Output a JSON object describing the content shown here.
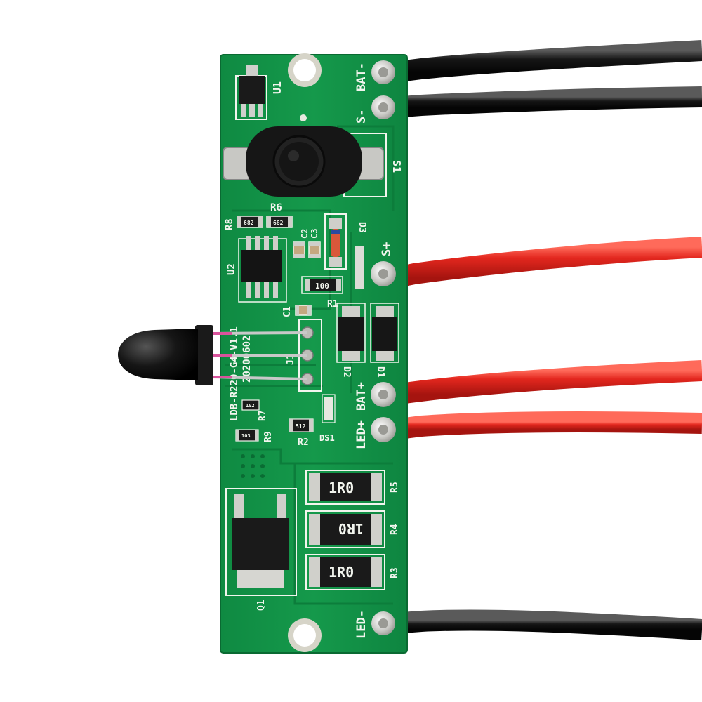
{
  "labels": {
    "bat_minus": "BAT-",
    "s_minus": "S-",
    "s_plus": "S+",
    "bat_plus": "BAT+",
    "led_plus": "LED+",
    "led_minus": "LED-",
    "u1": "U1",
    "u2": "U2",
    "s1": "S1",
    "r6": "R6",
    "r8": "R8",
    "c2": "C2",
    "c3": "C3",
    "d3": "D3",
    "r1": "R1",
    "c1": "C1",
    "j1": "J1",
    "d2": "D2",
    "d1": "D1",
    "r7": "R7",
    "r9": "R9",
    "r2": "R2",
    "ds1": "DS1",
    "r5": "R5",
    "r4": "R4",
    "r3": "R3",
    "q1": "Q1",
    "board_id": "LDB-R220-G4-V1.1",
    "board_date": "20200602",
    "chip_r8": "682",
    "chip_r6": "682",
    "chip_r1": "100",
    "chip_r7": "102",
    "chip_r9": "103",
    "chip_r2": "512",
    "res_r5": "1R0",
    "res_r4": "1R0",
    "res_r3": "1R0"
  },
  "colors": {
    "pcb": "#129548",
    "pcb_dark": "#0d7a3a",
    "silkscreen": "#f2f5ee",
    "pad": "#d9d9d6",
    "wire_black": "#141414",
    "wire_red": "#e0261f",
    "background": "#ffffff"
  }
}
